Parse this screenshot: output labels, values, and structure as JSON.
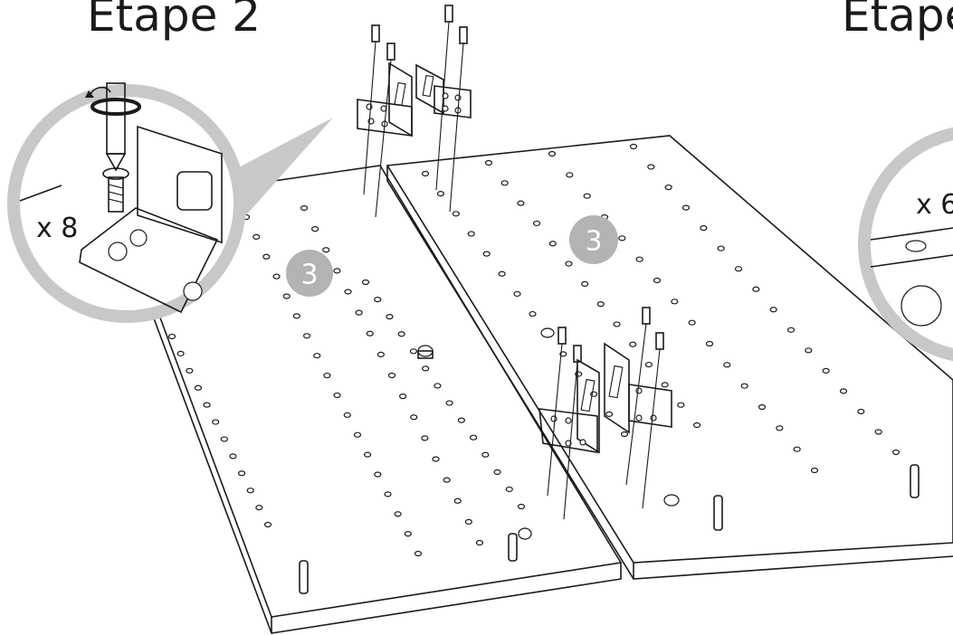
{
  "steps": {
    "step2_title": "Étape 2",
    "step3_title": "Étape"
  },
  "callouts": {
    "left_quantity": "x 8",
    "right_quantity": "x 6"
  },
  "badges": {
    "left_panel_number": "3",
    "right_panel_number": "3"
  },
  "colors": {
    "line": "#1a1a1a",
    "callout_ring": "#c8c8c8",
    "badge": "#b3b3b3",
    "background": "#ffffff"
  },
  "icons": [
    "screwdriver-icon",
    "screw-icon",
    "angle-bracket-icon",
    "cam-lock-icon",
    "dowel-icon",
    "rotation-arrow-icon"
  ]
}
